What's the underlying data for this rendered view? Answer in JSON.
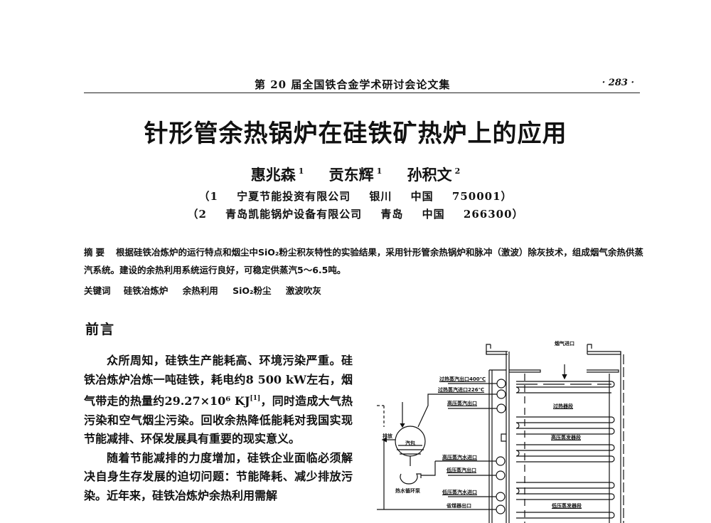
{
  "running_header": {
    "journal": "第 20 届全国铁合金学术研讨会论文集",
    "page_number": "· 283 ·"
  },
  "paper": {
    "title": "针形管余热锅炉在硅铁矿热炉上的应用",
    "authors": [
      {
        "name": "惠兆森",
        "affil": "1"
      },
      {
        "name": "贡东辉",
        "affil": "1"
      },
      {
        "name": "孙积文",
        "affil": "2"
      }
    ],
    "affiliations": [
      {
        "num": "（1",
        "org": "宁夏节能投资有限公司",
        "city": "银川",
        "country": "中国",
        "postcode": "750001）"
      },
      {
        "num": "（2",
        "org": "青岛凯能锅炉设备有限公司",
        "city": "青岛",
        "country": "中国",
        "postcode": "266300）"
      }
    ],
    "abstract": {
      "label": "摘要",
      "text": "根据硅铁冶炼炉的运行特点和烟尘中SiO₂粉尘积灰特性的实验结果，采用针形管余热锅炉和脉冲（激波）除灰技术，组成烟气余热供蒸汽系统。建设的余热利用系统运行良好，可稳定供蒸汽5～6.5吨。"
    },
    "keywords": {
      "label": "关键词",
      "items": [
        "硅铁冶炼炉",
        "余热利用",
        "SiO₂粉尘",
        "激波吹灰"
      ]
    },
    "section": {
      "heading": "前言",
      "paragraphs": [
        {
          "before_sup": "众所周知，硅铁生产能耗高、环境污染严重。硅铁冶炼炉冶炼一吨硅铁，耗电约8 500 kW左右，烟气带走的热量约29.27×10⁶ KJ",
          "sup": "[1]",
          "after_sup": "，同时造成大气热污染和空气烟尘污染。回收余热降低能耗对我国实现节能减排、环保发展具有重要的现实意义。"
        },
        {
          "before_sup": "随着节能减排的力度增加，硅铁企业面临必须解决自身生存发展的迫切问题：节能降耗、减少排放污染。近年来，硅铁冶炼炉余热利用需解",
          "sup": "",
          "after_sup": ""
        }
      ]
    }
  },
  "figure": {
    "labels": {
      "flue_gas_inlet": "烟气进口",
      "superheated_steam_outlet": "过热蒸汽出口400℃",
      "superheated_steam_inlet": "过热蒸汽进口226℃",
      "hp_steam_outlet": "高压蒸汽出口",
      "superheater_section": "过热器段",
      "hp_evaporator_section": "高压蒸发器段",
      "steam_drum": "汽包",
      "blowdown": "排放",
      "hp_water_inlet": "高压蒸汽水进口",
      "lp_steam_outlet": "低压蒸汽出口",
      "circulation_pump": "热水循环泵",
      "lp_water_inlet": "低压蒸汽水进口",
      "lp_evaporator_section": "低压蒸发器段",
      "economizer_outlet": "省煤器出口"
    }
  }
}
